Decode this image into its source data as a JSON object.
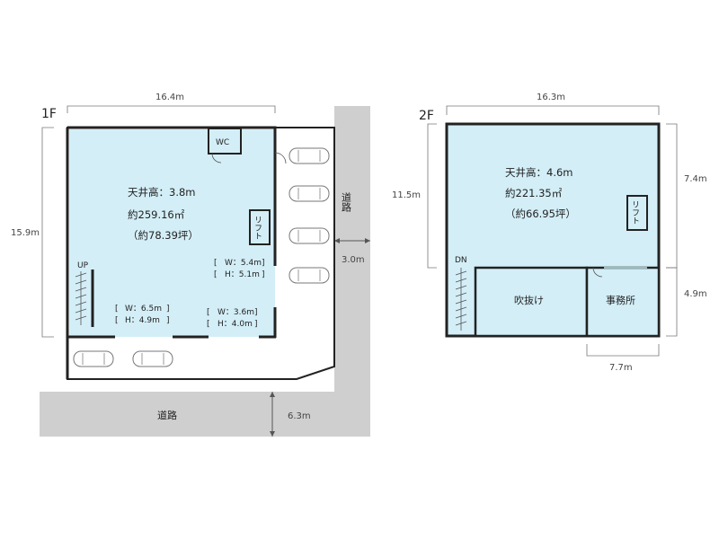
{
  "floor1": {
    "label": "1F",
    "width_dim": "16.4m",
    "height_dim": "15.9m",
    "wc": "WC",
    "lift": "リフト",
    "ceiling": "天井高：3.8m",
    "area_m2": "約259.16㎡",
    "area_tsubo": "（約78.39坪）",
    "door_big_w": "W：5.4m",
    "door_big_h": "H：5.1m",
    "door_left_w": "W：6.5m",
    "door_left_h": "H：4.9m",
    "door_right_w": "W：3.6m",
    "door_right_h": "H：4.0m",
    "up": "UP"
  },
  "road": {
    "right_label": "道路",
    "right_width": "3.0m",
    "bottom_label": "道路",
    "bottom_width": "6.3m"
  },
  "floor2": {
    "label": "2F",
    "width_dim": "16.3m",
    "height_dim": "11.5m",
    "right_top_dim": "7.4m",
    "right_bottom_dim": "4.9m",
    "bottom_dim": "7.7m",
    "ceiling": "天井高：4.6m",
    "area_m2": "約221.35㎡",
    "area_tsubo": "（約66.95坪）",
    "lift": "リフト",
    "void": "吹抜け",
    "office": "事務所",
    "dn": "DN"
  }
}
